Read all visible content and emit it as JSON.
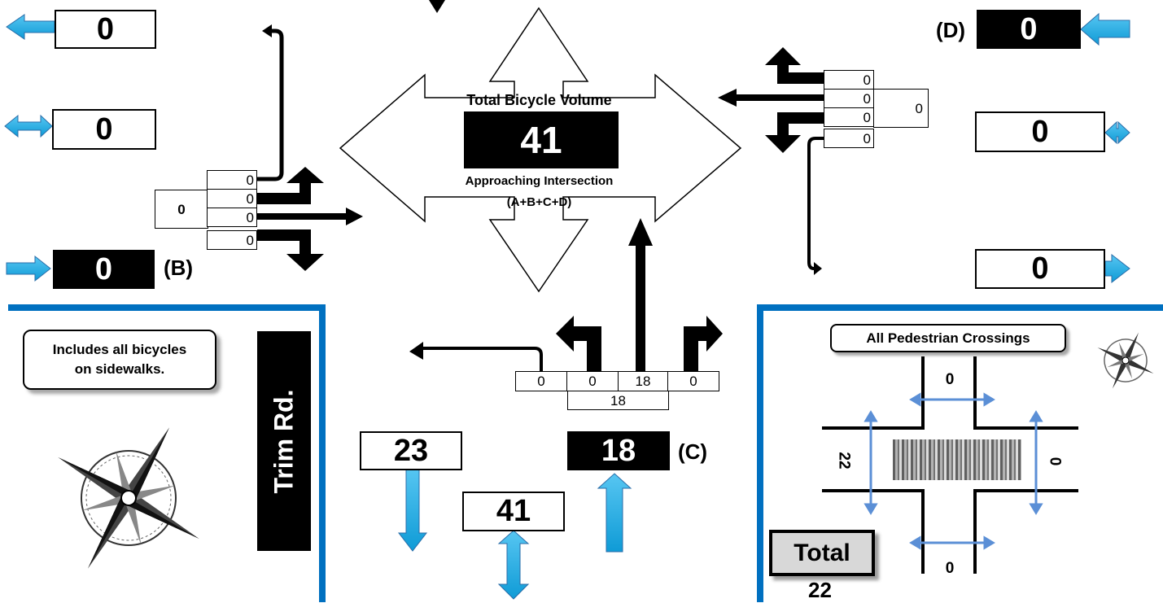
{
  "center": {
    "title": "Total Bicycle Volume",
    "total": "41",
    "subtitle": "Approaching Intersection",
    "formula": "(A+B+C+D)"
  },
  "west_leg": {
    "label": "(B)",
    "exit_left": "0",
    "exit_peds": "0",
    "entering": "0",
    "approach_total": "0",
    "movements": [
      "0",
      "0",
      "0",
      "0"
    ]
  },
  "east_leg": {
    "label": "(D)",
    "entering": "0",
    "exit_peds": "0",
    "exit_right": "0",
    "approach_total": "0",
    "movements": [
      "0",
      "0",
      "0",
      "0"
    ]
  },
  "south_leg": {
    "label": "(C)",
    "exit_down": "23",
    "exit_peds": "41",
    "entering": "18",
    "approach_total": "18",
    "movements": [
      "0",
      "0",
      "18",
      "0"
    ]
  },
  "note": {
    "text_line1": "Includes all bicycles",
    "text_line2": "on sidewalks."
  },
  "street_name": "Trim Rd.",
  "pedestrians": {
    "title": "All Pedestrian Crossings",
    "north": "0",
    "west": "22",
    "east": "0",
    "south": "0",
    "total_label": "Total",
    "total_value": "22"
  },
  "colors": {
    "arrow_blue": "#1fb0ea",
    "panel_border": "#0070c0",
    "crosswalk_blue": "#5b8fd6"
  },
  "icons": [
    "compass-rose-icon",
    "small-compass-icon",
    "pedestrians-image-icon"
  ]
}
